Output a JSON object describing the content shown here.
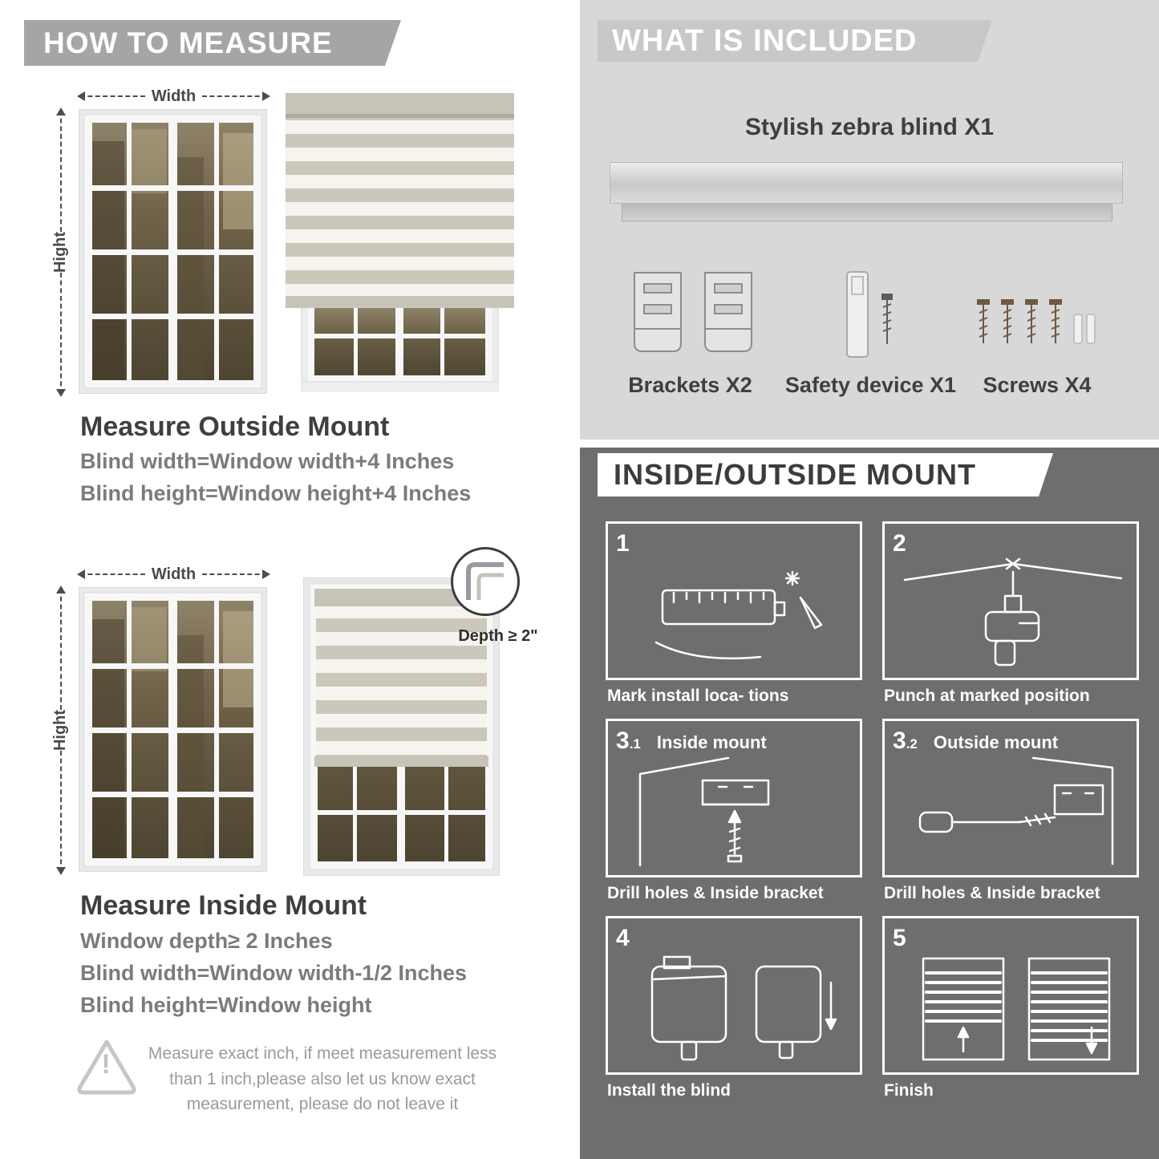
{
  "left": {
    "banner": "HOW TO MEASURE",
    "outside": {
      "width_label": "Width",
      "height_label": "Hight",
      "heading": "Measure Outside Mount",
      "lines": [
        "Blind width=Window width+4 Inches",
        "Blind height=Window height+4 Inches"
      ]
    },
    "inside": {
      "width_label": "Width",
      "height_label": "Hight",
      "depth_callout": "Depth ≥ 2\"",
      "heading": "Measure Inside Mount",
      "lines": [
        "Window depth≥ 2 Inches",
        "Blind width=Window width-1/2 Inches",
        "Blind height=Window height"
      ]
    },
    "warning": {
      "glyph": "!",
      "text": "Measure exact inch, if meet measurement less than 1 inch,please also let us know exact measurement, please do not leave it"
    }
  },
  "included": {
    "banner": "WHAT IS INCLUDED",
    "product_title": "Stylish zebra blind X1",
    "items": [
      {
        "label": "Brackets X2"
      },
      {
        "label": "Safety device X1"
      },
      {
        "label": "Screws X4"
      }
    ]
  },
  "mount": {
    "banner": "INSIDE/OUTSIDE MOUNT",
    "steps": [
      {
        "num": "1",
        "sub": "",
        "title": "",
        "caption": "Mark install loca- tions"
      },
      {
        "num": "2",
        "sub": "",
        "title": "",
        "caption": "Punch at  marked position"
      },
      {
        "num": "3",
        "sub": ".1",
        "title": "Inside mount",
        "caption": "Drill holes &  Inside bracket"
      },
      {
        "num": "3",
        "sub": ".2",
        "title": "Outside mount",
        "caption": "Drill holes &  Inside bracket"
      },
      {
        "num": "4",
        "sub": "",
        "title": "",
        "caption": "Install the blind"
      },
      {
        "num": "5",
        "sub": "",
        "title": "",
        "caption": "Finish"
      }
    ]
  },
  "colors": {
    "banner_gray": "#a5a5a5",
    "included_bg": "#d8d8d8",
    "mount_bg": "#6e6e6e",
    "heading_dark": "#3f3f3f",
    "body_gray": "#7b7b7b",
    "blind_solid_stripe": "#ccc7bb",
    "blind_sheer_stripe": "#f6f4ef"
  }
}
